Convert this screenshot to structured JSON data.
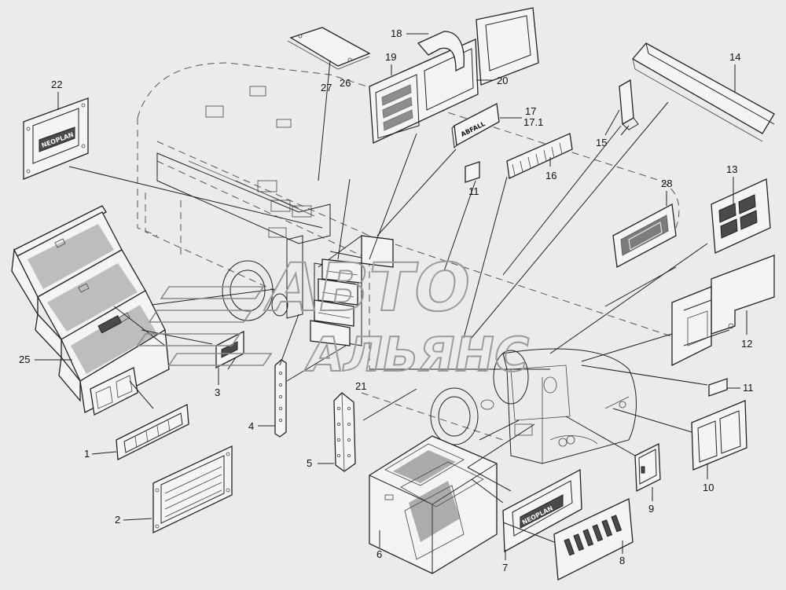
{
  "callouts": {
    "c1": "1",
    "c2": "2",
    "c3": "3",
    "c4": "4",
    "c5": "5",
    "c6": "6",
    "c7": "7",
    "c8": "8",
    "c9": "9",
    "c10": "10",
    "c11a": "11",
    "c11b": "11",
    "c12": "12",
    "c13": "13",
    "c14": "14",
    "c15": "15",
    "c16": "16",
    "c17": "17",
    "c17_1": "17.1",
    "c18": "18",
    "c19": "19",
    "c20": "20",
    "c21": "21",
    "c22": "22",
    "c25": "25",
    "c26": "26",
    "c27": "27",
    "c28": "28"
  },
  "plate_texts": {
    "abfall": "ABFALL",
    "neoplan_22": "NEOPLAN",
    "neoplan_7": "NEOPLAN"
  },
  "watermark": {
    "line1": "АВТО",
    "line2": "АЛЬЯНС"
  },
  "colors": {
    "background": "#ebebeb",
    "line": "#222222",
    "watermark": "#9a9a9a"
  }
}
